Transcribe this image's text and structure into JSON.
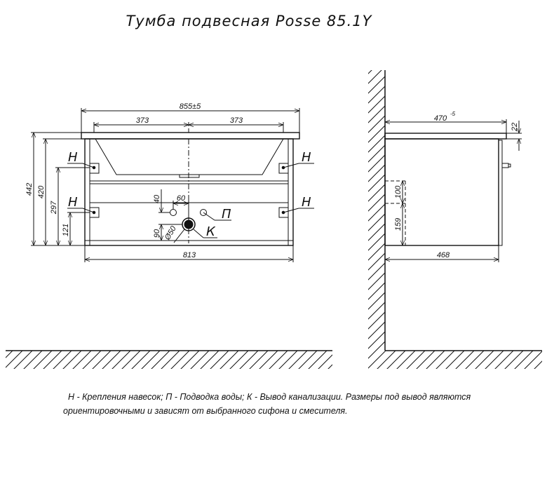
{
  "title": "Тумба подвесная Posse 85.1Y",
  "front_view": {
    "dim_overall_width": "855±5",
    "dim_half_left": "373",
    "dim_half_right": "373",
    "dim_body_width": "813",
    "dim_height_total": "442",
    "dim_height_body": "420",
    "dim_height_297": "297",
    "dim_height_121": "121",
    "dim_pipe_40": "40",
    "dim_pipe_60": "60",
    "dim_pipe_90": "90",
    "dim_drain_diameter": "Ø50",
    "label_h": "Н",
    "label_p": "П",
    "label_k": "К"
  },
  "side_view": {
    "dim_top_depth": "470",
    "dim_top_depth_tol": "-5",
    "dim_top_thickness": "22",
    "dim_100": "100",
    "dim_159": "159",
    "dim_body_depth": "468"
  },
  "note": {
    "line1": "Н - Крепления навесок; П - Подводка воды; К - Вывод канализации. Размеры под вывод являются",
    "line2": "ориентировочными и зависят от выбранного сифона и смесителя."
  },
  "colors": {
    "ink": "#111111",
    "background": "#ffffff"
  }
}
